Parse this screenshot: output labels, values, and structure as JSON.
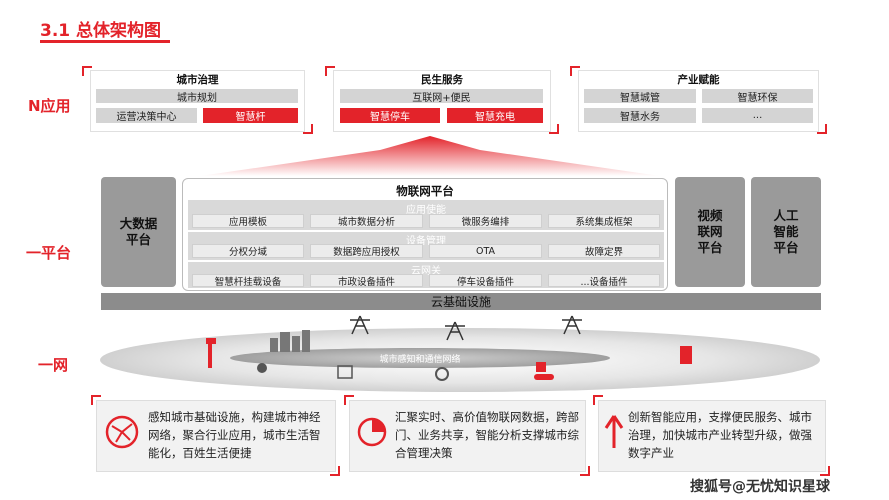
{
  "title": "3.1 总体架构图",
  "labels": {
    "n_app": "N应用",
    "one_platform": "一平台",
    "one_network": "一网"
  },
  "apps": {
    "city": {
      "title": "城市治理",
      "row1": "城市规划",
      "row2a": "运营决策中心",
      "row2b": "智慧杆"
    },
    "people": {
      "title": "民生服务",
      "row1": "互联网+便民",
      "row2a": "智慧停车",
      "row2b": "智慧充电"
    },
    "industry": {
      "title": "产业赋能",
      "r1a": "智慧城管",
      "r1b": "智慧环保",
      "r2a": "智慧水务",
      "r2b": "..."
    }
  },
  "platform": {
    "bigdata": "大数据\n平台",
    "iot_title": "物联网平台",
    "sections": [
      {
        "label": "应用使能",
        "cells": [
          "应用模板",
          "城市数据分析",
          "微服务编排",
          "系统集成框架"
        ]
      },
      {
        "label": "设备管理",
        "cells": [
          "分权分域",
          "数据跨应用授权",
          "OTA",
          "故障定界"
        ]
      },
      {
        "label": "云网关",
        "cells": [
          "智慧杆挂载设备",
          "市政设备插件",
          "停车设备插件",
          "...设备插件"
        ]
      }
    ],
    "video": "视频\n联网\n平台",
    "ai": "人工\n智能\n平台",
    "cloud": "云基础设施"
  },
  "network": {
    "ring_label": "城市感知和通信网络"
  },
  "bottom": [
    {
      "text": "感知城市基础设施，构建城市神经网络，聚合行业应用，城市生活智能化，百姓生活便捷",
      "icon": "network-icon"
    },
    {
      "text": "汇聚实时、高价值物联网数据，跨部门、业务共享，智能分析支撑城市综合管理决策",
      "icon": "pie-chart-icon"
    },
    {
      "text": "创新智能应用，支撑便民服务、城市治理，加快城市产业转型升级，做强数字产业",
      "icon": "arrow-up-icon"
    }
  ],
  "watermark": "搜狐号@无忧知识星球",
  "colors": {
    "accent": "#e3232a",
    "dark_gray": "#9a9a9a",
    "cloud_gray": "#8c8c8c"
  }
}
